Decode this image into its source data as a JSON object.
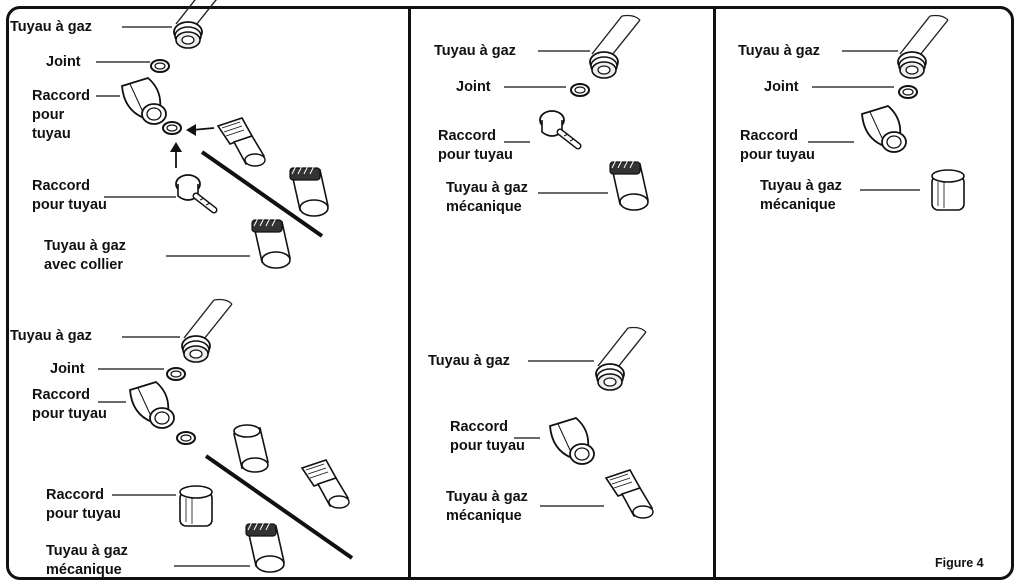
{
  "figure_label": "Figure 4",
  "panels": {
    "top_left": {
      "tuyau_gaz": "Tuyau à gaz",
      "joint": "Joint",
      "raccord_tuyau": "Raccord\npour\ntuyau",
      "raccord_pour_tuyau": "Raccord\npour tuyau",
      "tuyau_collier": "Tuyau à gaz\navec collier"
    },
    "bottom_left": {
      "tuyau_gaz": "Tuyau à gaz",
      "joint": "Joint",
      "raccord_tuyau": "Raccord\npour tuyau",
      "raccord_pour_tuyau": "Raccord\npour tuyau",
      "tuyau_mecanique": "Tuyau à gaz\nmécanique"
    },
    "top_middle": {
      "tuyau_gaz": "Tuyau à gaz",
      "joint": "Joint",
      "raccord_tuyau": "Raccord\npour tuyau",
      "tuyau_mecanique": "Tuyau à gaz\nmécanique"
    },
    "bottom_middle": {
      "tuyau_gaz": "Tuyau à gaz",
      "raccord_tuyau": "Raccord\npour tuyau",
      "tuyau_mecanique": "Tuyau à gaz\nmécanique"
    },
    "top_right": {
      "tuyau_gaz": "Tuyau à gaz",
      "joint": "Joint",
      "raccord_tuyau": "Raccord\npour tuyau",
      "tuyau_mecanique": "Tuyau à gaz\nmécanique"
    }
  }
}
